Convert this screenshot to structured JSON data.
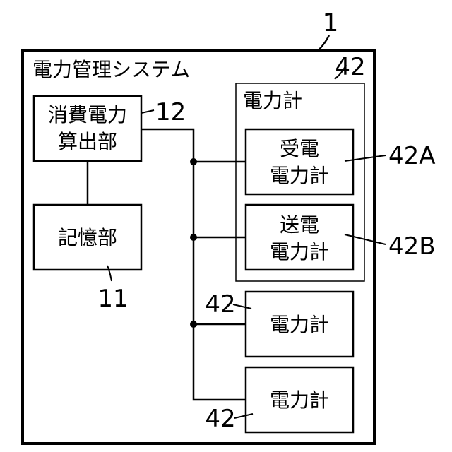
{
  "figure_number": "1",
  "system": {
    "title": "電力管理システム"
  },
  "consumption_calc": {
    "line1": "消費電力",
    "line2": "算出部",
    "ref": "12"
  },
  "storage": {
    "label": "記憶部",
    "ref": "11"
  },
  "meter_group": {
    "title": "電力計",
    "ref": "42"
  },
  "receive_meter": {
    "line1": "受電",
    "line2": "電力計",
    "ref": "42A"
  },
  "send_meter": {
    "line1": "送電",
    "line2": "電力計",
    "ref": "42B"
  },
  "meter_3": {
    "label": "電力計",
    "ref": "42"
  },
  "meter_4": {
    "label": "電力計",
    "ref": "42"
  }
}
